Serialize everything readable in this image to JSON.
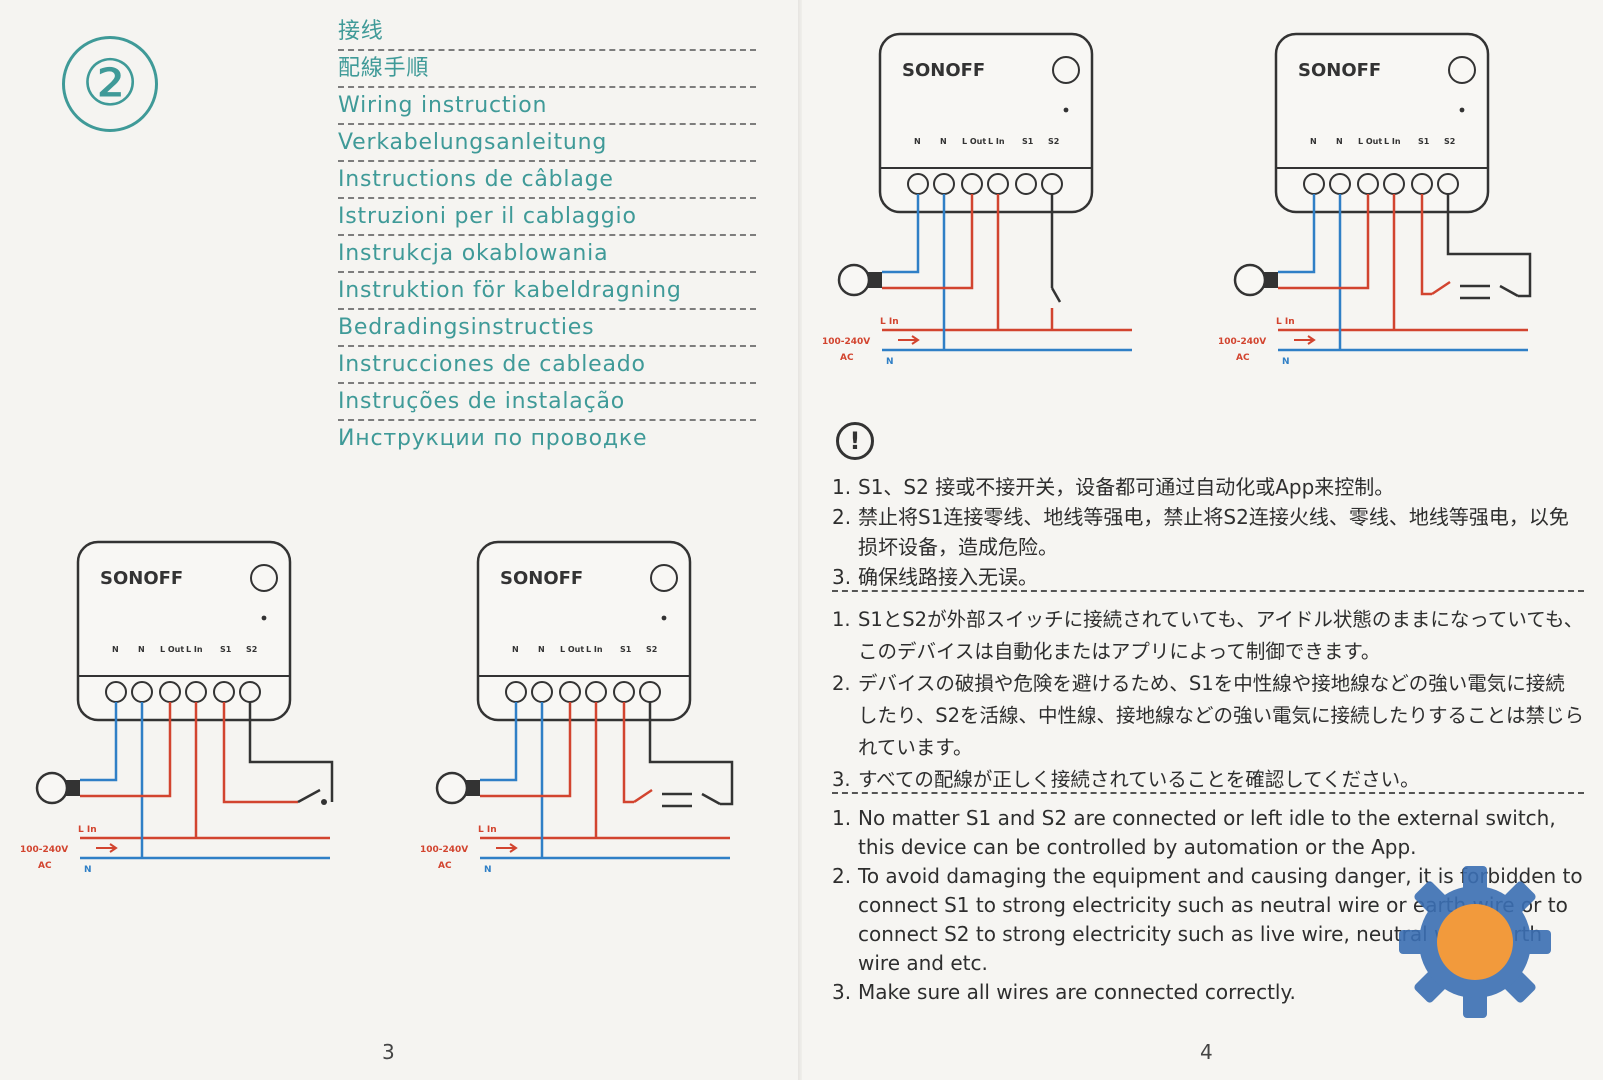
{
  "step_number": "②",
  "languages": [
    "接线",
    "配線手順",
    "Wiring instruction",
    "Verkabelungsanleitung",
    "Instructions de câblage",
    "Istruzioni per il cablaggio",
    "Instrukcja okablowania",
    "Instruktion för kabeldragning",
    "Bedradingsinstructies",
    "Instrucciones de cableado",
    "Instruções de instalação",
    "Инструкции по проводке"
  ],
  "diagram": {
    "brand": "SONOFF",
    "terminals": [
      "N",
      "N",
      "L Out",
      "L In",
      "S1",
      "S2"
    ],
    "line_in_label": "L In",
    "voltage": "100-240V",
    "ac": "AC",
    "neutral_label": "N"
  },
  "colors": {
    "teal": "#3f9a98",
    "blue": "#2f7fc6",
    "red": "#d2442f",
    "dark": "#333333"
  },
  "page_numbers": {
    "left": "3",
    "right": "4"
  },
  "warning_icon": "!",
  "notes_cn": [
    {
      "num": "1.",
      "text": "S1、S2 接或不接开关，设备都可通过自动化或App来控制。"
    },
    {
      "num": "2.",
      "text": "禁止将S1连接零线、地线等强电，禁止将S2连接火线、零线、地线等强电，以免损坏设备，造成危险。"
    },
    {
      "num": "3.",
      "text": "确保线路接入无误。"
    }
  ],
  "notes_jp": [
    {
      "num": "1.",
      "text": "S1とS2が外部スイッチに接続されていても、アイドル状態のままになっていても、このデバイスは自動化またはアプリによって制御できます。"
    },
    {
      "num": "2.",
      "text": "デバイスの破損や危険を避けるため、S1を中性線や接地線などの強い電気に接続したり、S2を活線、中性線、接地線などの強い電気に接続したりすることは禁じられています。"
    },
    {
      "num": "3.",
      "text": "すべての配線が正しく接続されていることを確認してください。"
    }
  ],
  "notes_en": [
    {
      "num": "1.",
      "text": "No matter S1 and S2 are connected or left idle to the external switch, this device can be controlled by automation or the App."
    },
    {
      "num": "2.",
      "text": "To avoid damaging the equipment and causing danger, it is forbidden to connect S1 to strong electricity such as neutral wire or earth wire or to connect S2 to strong electricity such as live wire, neutral wire, earth wire and etc."
    },
    {
      "num": "3.",
      "text": "Make sure all wires are connected correctly."
    }
  ]
}
